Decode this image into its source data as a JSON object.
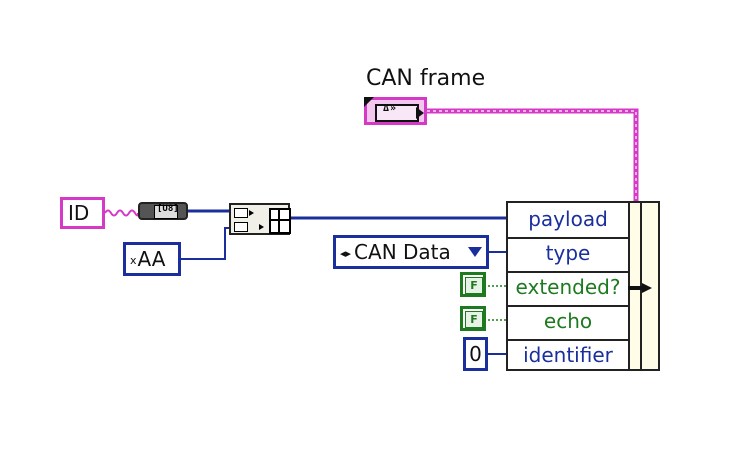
{
  "frame_indicator": {
    "label": "CAN frame",
    "glyph": "Δ»"
  },
  "id_control": {
    "label": "ID"
  },
  "conversion_node": {
    "glyph": "[U8]"
  },
  "aa_constant": {
    "radix": "x",
    "value": "AA"
  },
  "enum_constant": {
    "value": "CAN Data"
  },
  "bool_extended": {
    "value": "F"
  },
  "bool_echo": {
    "value": "F"
  },
  "num_constant": {
    "value": "0"
  },
  "bundle": {
    "rows": [
      {
        "label": "payload",
        "color": "#1a2f9c"
      },
      {
        "label": "type",
        "color": "#1a2f9c"
      },
      {
        "label": "extended?",
        "color": "#1e7a1e"
      },
      {
        "label": "echo",
        "color": "#1e7a1e"
      },
      {
        "label": "identifier",
        "color": "#1a2f9c"
      }
    ]
  },
  "colors": {
    "string_wire": "#d43ac6",
    "numeric_wire": "#1a2f9c",
    "boolean_wire": "#1e7a1e"
  }
}
